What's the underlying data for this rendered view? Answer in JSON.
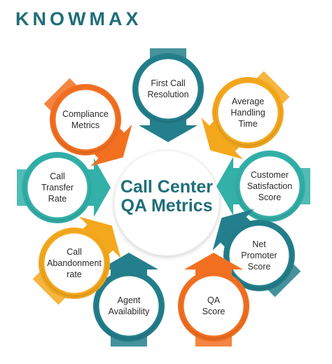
{
  "brand": {
    "name": "KNOWMAX"
  },
  "center": {
    "line1": "Call Center",
    "line2": "QA Metrics"
  },
  "colors": {
    "teal": "#247f8c",
    "teal_light": "#33b0a8",
    "orange": "#f37021",
    "amber": "#f4a81d",
    "title": "#1f6e78"
  },
  "metrics": [
    {
      "lines": [
        "First Call",
        "Resolution"
      ],
      "color": "teal",
      "arrow": "down",
      "icon": "down-arrow-icon"
    },
    {
      "lines": [
        "Average",
        "Handling",
        "Time"
      ],
      "color": "amber",
      "arrow": "down-left",
      "icon": "down-left-arrow-icon"
    },
    {
      "lines": [
        "Customer",
        "Satisfaction",
        "Score"
      ],
      "color": "teal_light",
      "arrow": "left",
      "icon": "left-arrow-icon"
    },
    {
      "lines": [
        "Net",
        "Promoter",
        "Score"
      ],
      "color": "teal",
      "arrow": "up-left",
      "icon": "up-left-arrow-icon"
    },
    {
      "lines": [
        "QA",
        "Score"
      ],
      "color": "orange",
      "arrow": "up",
      "icon": "up-arrow-icon"
    },
    {
      "lines": [
        "Agent",
        "Availability"
      ],
      "color": "teal",
      "arrow": "up",
      "icon": "up-arrow-icon"
    },
    {
      "lines": [
        "Call",
        "Abandonment",
        "rate"
      ],
      "color": "amber",
      "arrow": "up-right",
      "icon": "up-right-arrow-icon"
    },
    {
      "lines": [
        "Call",
        "Transfer",
        "Rate"
      ],
      "color": "teal_light",
      "arrow": "right",
      "icon": "right-arrow-icon"
    },
    {
      "lines": [
        "Compliance",
        "Metrics"
      ],
      "color": "orange",
      "arrow": "down-right",
      "icon": "down-right-arrow-icon"
    }
  ]
}
